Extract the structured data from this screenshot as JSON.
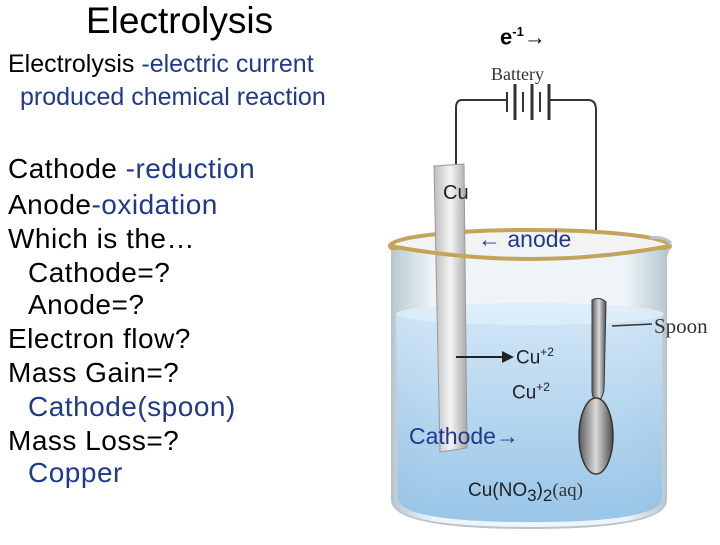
{
  "slide": {
    "title": "Electrolysis",
    "definition": {
      "term": "Electrolysis",
      "rest_line1": " -electric current",
      "line2": "produced chemical reaction"
    },
    "cathode_line": {
      "term": "Cathode",
      "rest": " -reduction"
    },
    "anode_line": {
      "term": "Anode",
      "rest": "-oxidation"
    },
    "which": "Which is the…",
    "cathode_q": "Cathode=?",
    "anode_q": "Anode=?",
    "electron_flow": "Electron flow?",
    "mass_gain": "Mass Gain=?",
    "mass_gain_answer": "Cathode(spoon)",
    "mass_loss": "Mass Loss=?",
    "mass_loss_answer": "Copper"
  },
  "diagram": {
    "electron_label": "e",
    "electron_charge": "-1",
    "battery_label": "Battery",
    "cu_strip_label": "Cu",
    "anode_arrow": "←",
    "anode_label": "anode",
    "spoon_label": "Spoon",
    "ion1": "Cu",
    "ion1_charge": "+2",
    "ion2": "Cu",
    "ion2_charge": "+2",
    "cathode_label": "Cathode",
    "arrow_right": "→",
    "solution_formula_a": "Cu(NO",
    "solution_formula_sub": "3",
    "solution_formula_b": ")",
    "solution_formula_sub2": "2",
    "solution_state": "(aq)"
  },
  "colors": {
    "term_blue": "#1f3a8a",
    "solution": "#a9d1ee",
    "beaker_glass": "#c8d6de",
    "copper_rim": "#c4a35a"
  }
}
